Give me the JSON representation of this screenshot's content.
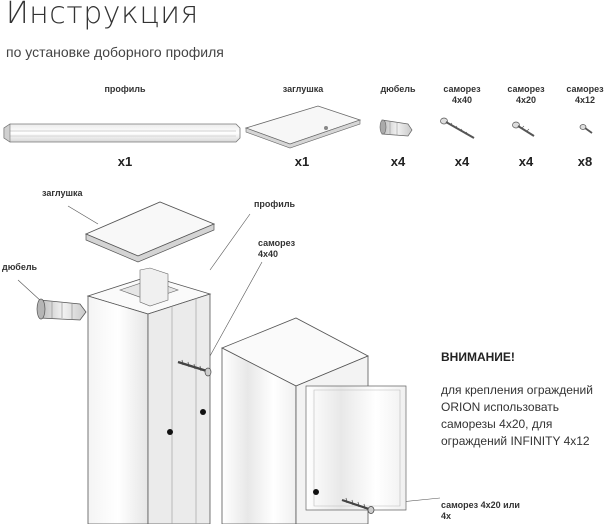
{
  "header": {
    "title": "Инструкция",
    "subtitle": "по установке доборного профиля"
  },
  "parts": [
    {
      "label": "профиль",
      "qty": "x1"
    },
    {
      "label": "заглушка",
      "qty": "x1"
    },
    {
      "label": "дюбель",
      "qty": "x4"
    },
    {
      "label": "саморез 4x40",
      "qty": "x4"
    },
    {
      "label": "саморез 4x20",
      "qty": "x4"
    },
    {
      "label": "саморез 4x12",
      "qty": "x8"
    }
  ],
  "callouts": {
    "cap": "заглушка",
    "profile": "профиль",
    "dowel": "дюбель",
    "screw_40": "саморез 4x40",
    "screw_bottom": "саморез 4x20 или 4x"
  },
  "warning": {
    "title": "ВНИМАНИЕ!",
    "text": "для крепления ограждений ORION использовать саморезы 4x20, для ограждений INFINITY 4x12"
  }
}
